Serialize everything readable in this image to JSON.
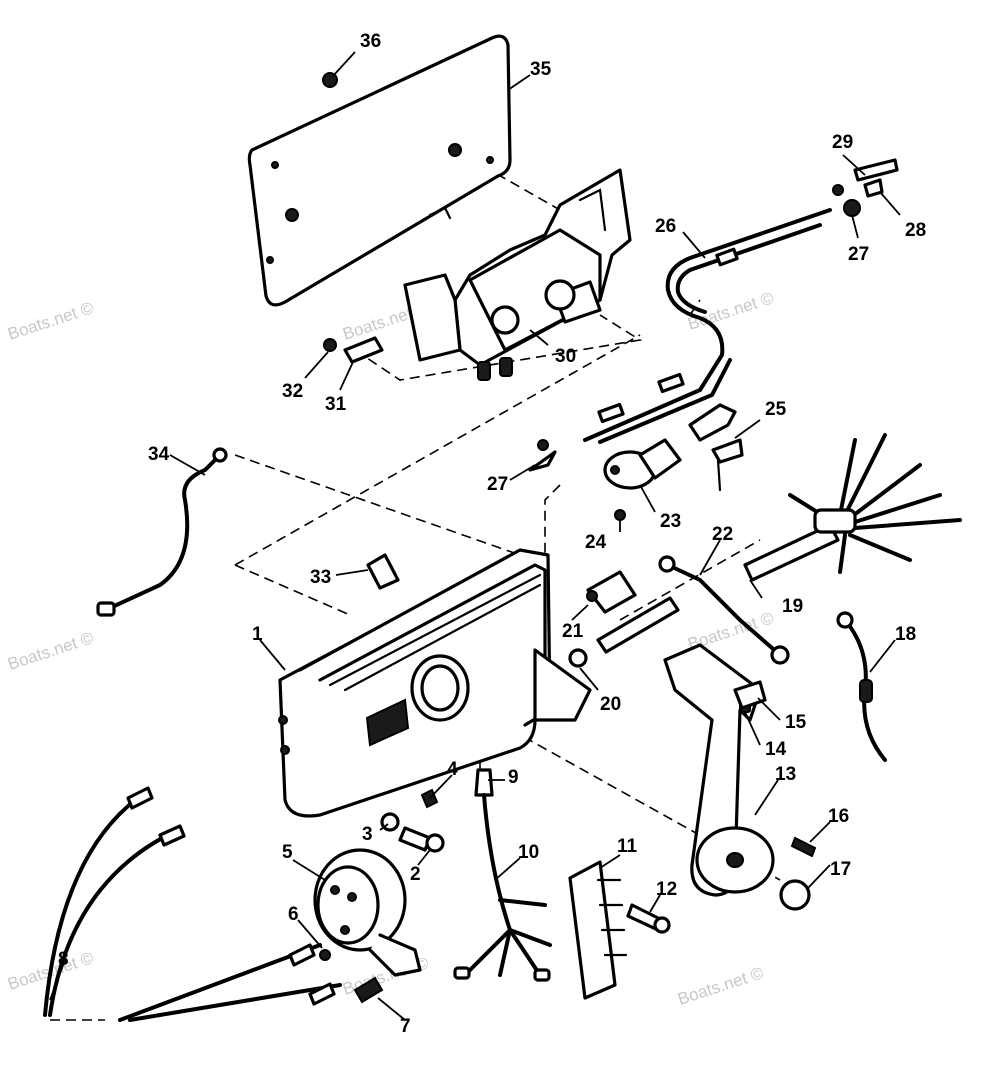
{
  "watermark": "Boats.net ©",
  "callouts": [
    "1",
    "2",
    "3",
    "4",
    "5",
    "6",
    "7",
    "8",
    "9",
    "10",
    "11",
    "12",
    "13",
    "14",
    "15",
    "16",
    "17",
    "18",
    "19",
    "20",
    "21",
    "22",
    "23",
    "24",
    "25",
    "26",
    "27",
    "27",
    "28",
    "29",
    "30",
    "31",
    "32",
    "33",
    "34",
    "35",
    "36"
  ],
  "colors": {
    "ink": "#000000",
    "paper": "#ffffff",
    "watermark": "#c8c8c8"
  }
}
